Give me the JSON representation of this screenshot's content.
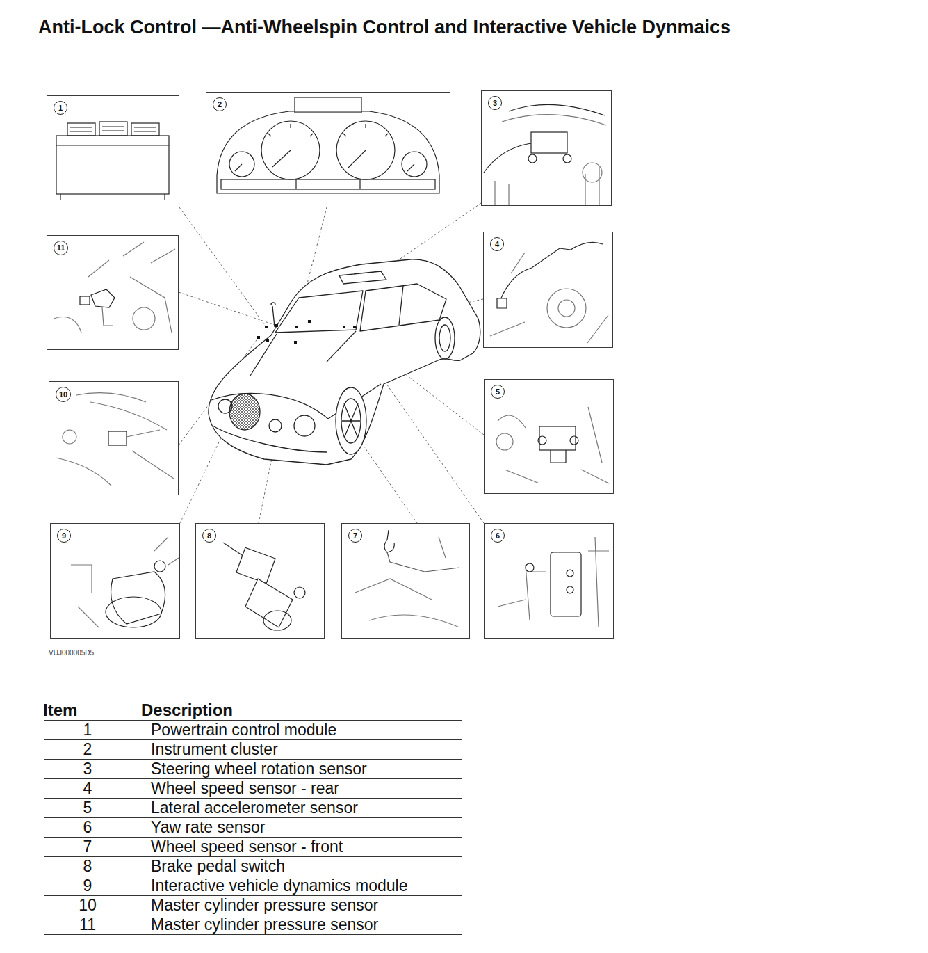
{
  "diagram": {
    "title": "Anti-Lock Control —Anti-Wheelspin Control and Interactive Vehicle Dynmaics",
    "nodes": [
      {
        "text": [
          "1"
        ]
      },
      {
        "text": [
          "2"
        ]
      },
      {
        "text": [
          "3"
        ]
      },
      {
        "text": [
          "11"
        ]
      },
      {
        "text": [
          "4"
        ]
      },
      {
        "text": [
          "10"
        ]
      },
      {
        "text": [
          "5"
        ]
      },
      {
        "text": [
          "9"
        ]
      },
      {
        "text": [
          "8"
        ]
      },
      {
        "text": [
          "7"
        ]
      },
      {
        "text": [
          "6"
        ]
      }
    ],
    "labels": [
      "VUJ000005D5",
      "Item",
      "Description",
      "1",
      "Powertrain control module",
      "2",
      "Instrument cluster",
      "3",
      "Steering wheel rotation sensor",
      "4",
      "Wheel speed sensor - rear",
      "5",
      "Lateral accelerometer sensor",
      "6",
      "Yaw rate sensor",
      "7",
      "Wheel speed sensor - front",
      "8",
      "Brake pedal switch",
      "9",
      "Interactive vehicle dynamics module",
      "10",
      "Master cylinder pressure sensor",
      "11",
      "Master cylinder pressure sensor"
    ]
  }
}
